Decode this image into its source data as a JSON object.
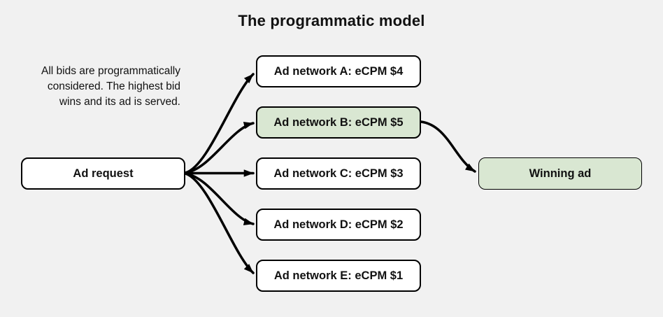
{
  "title": "The programmatic model",
  "description_lines": [
    "All bids are programmatically",
    "considered. The highest bid",
    "wins and its ad is served."
  ],
  "nodes": {
    "request": {
      "label": "Ad request"
    },
    "networks": [
      {
        "label": "Ad network A: eCPM $4",
        "highlighted": false
      },
      {
        "label": "Ad network B: eCPM $5",
        "highlighted": true
      },
      {
        "label": "Ad network C: eCPM $3",
        "highlighted": false
      },
      {
        "label": "Ad network D: eCPM $2",
        "highlighted": false
      },
      {
        "label": "Ad network E: eCPM $1",
        "highlighted": false
      }
    ],
    "winning": {
      "label": "Winning ad"
    }
  },
  "colors": {
    "background": "#f1f1f1",
    "box_fill": "#ffffff",
    "highlight_fill": "#d9e7d2",
    "border": "#000000",
    "arrow": "#000000",
    "text": "#111111"
  }
}
